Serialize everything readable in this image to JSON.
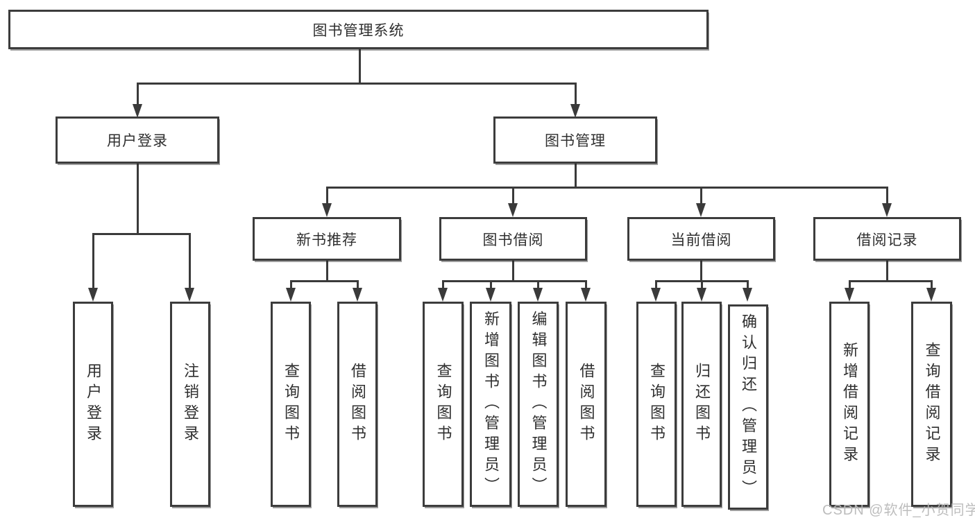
{
  "watermark": "CSDN @软件_小贺同学",
  "colors": {
    "background": "#ffffff",
    "line": "#3a3a3a",
    "box_border": "#3c3c3c",
    "text": "#2f2f2f",
    "watermark": "#b9b9b9"
  },
  "tree": {
    "label": "图书管理系统",
    "children": [
      {
        "label": "用户登录",
        "children": [
          {
            "label": "用户登录"
          },
          {
            "label": "注销登录"
          }
        ]
      },
      {
        "label": "图书管理",
        "children": [
          {
            "label": "新书推荐",
            "children": [
              {
                "label": "查询图书"
              },
              {
                "label": "借阅图书"
              }
            ]
          },
          {
            "label": "图书借阅",
            "children": [
              {
                "label": "查询图书"
              },
              {
                "label": "新增图书（管理员）"
              },
              {
                "label": "编辑图书（管理员）"
              },
              {
                "label": "借阅图书"
              }
            ]
          },
          {
            "label": "当前借阅",
            "children": [
              {
                "label": "查询图书"
              },
              {
                "label": "归还图书"
              },
              {
                "label": "确认归还（管理员）"
              }
            ]
          },
          {
            "label": "借阅记录",
            "children": [
              {
                "label": "新增借阅记录"
              },
              {
                "label": "查询借阅记录"
              }
            ]
          }
        ]
      }
    ]
  }
}
